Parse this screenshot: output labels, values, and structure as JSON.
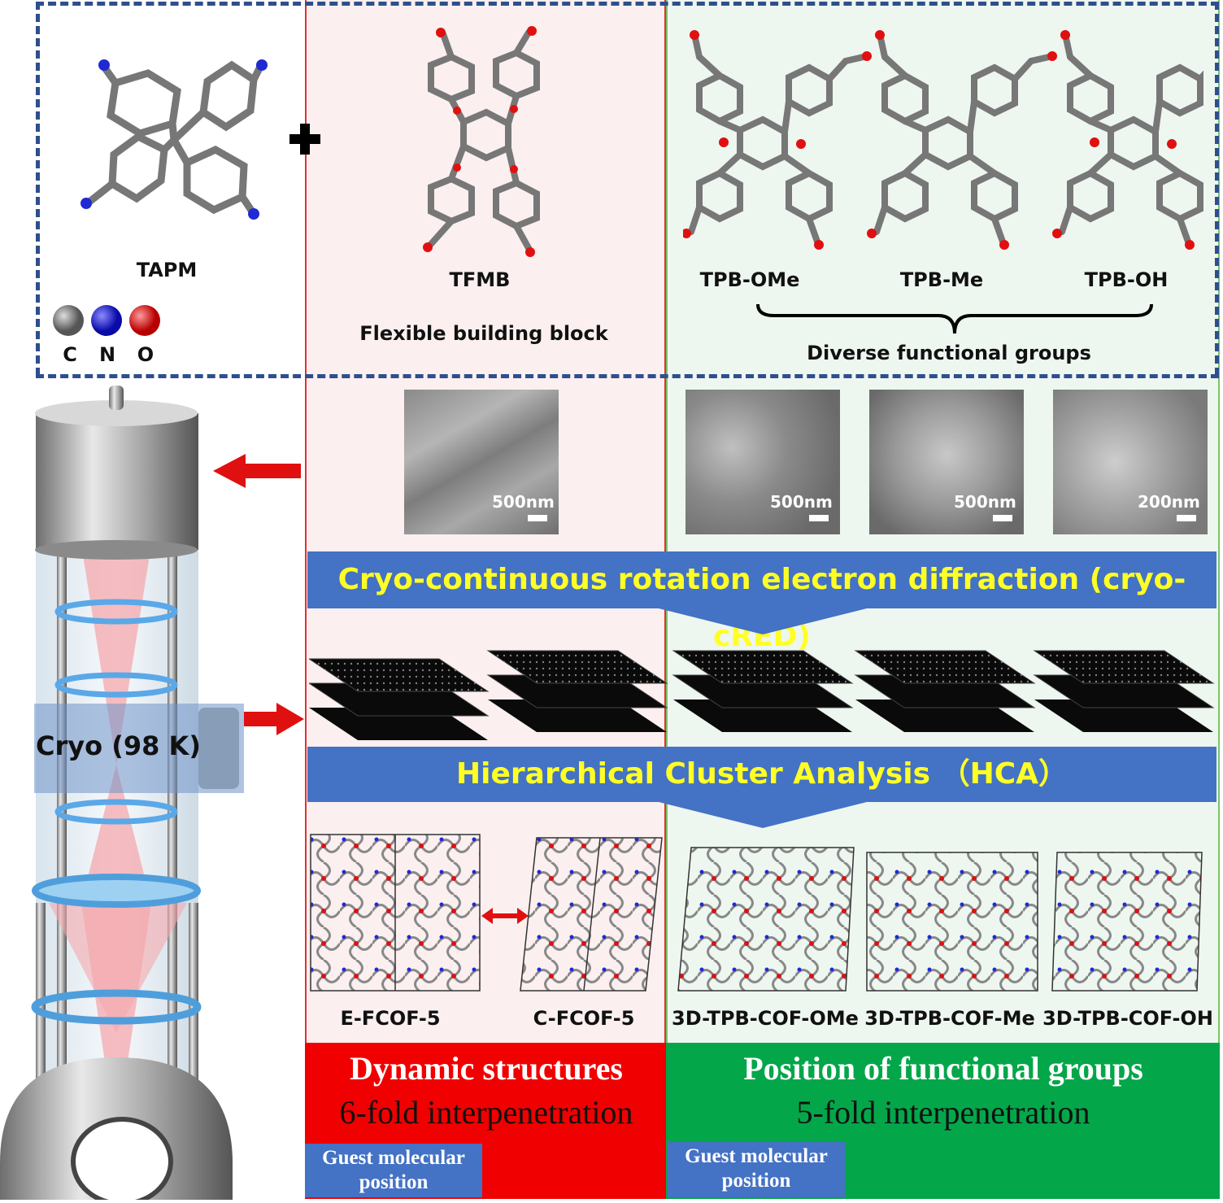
{
  "molecules": {
    "tapm": "TAPM",
    "tfmb": "TFMB",
    "tpb_ome": "TPB-OMe",
    "tpb_me": "TPB-Me",
    "tpb_oh": "TPB-OH"
  },
  "legend": {
    "c": "C",
    "n": "N",
    "o": "O"
  },
  "captions": {
    "flexible": "Flexible building block",
    "diverse": "Diverse functional groups"
  },
  "sem_scales": [
    "500nm",
    "500nm",
    "500nm",
    "200nm"
  ],
  "banners": {
    "cred": "Cryo-continuous rotation electron diffraction (cryo-cRED)",
    "hca": "Hierarchical Cluster Analysis （HCA）"
  },
  "cryo_label": "Cryo (98 K)",
  "structures": {
    "e_fcof": "E-FCOF-5",
    "c_fcof": "C-FCOF-5",
    "ome": "3D-TPB-COF-OMe",
    "me": "3D-TPB-COF-Me",
    "oh": "3D-TPB-COF-OH"
  },
  "summary": {
    "red_title": "Dynamic structures",
    "red_sub": "6-fold interpenetration",
    "green_title": "Position of functional groups",
    "green_sub": "5-fold interpenetration",
    "guest_red": [
      "Guest molecular",
      "position"
    ],
    "guest_green": [
      "Guest molecular",
      "position"
    ]
  },
  "colors": {
    "carbon": "#777777",
    "nitrogen": "#1f2ad4",
    "oxygen": "#e01010",
    "banner": "#4472c4",
    "banner_text": "#ffff26",
    "red_panel": "#f00000",
    "green_panel": "#04a64a",
    "dash": "#2e4f8e"
  }
}
